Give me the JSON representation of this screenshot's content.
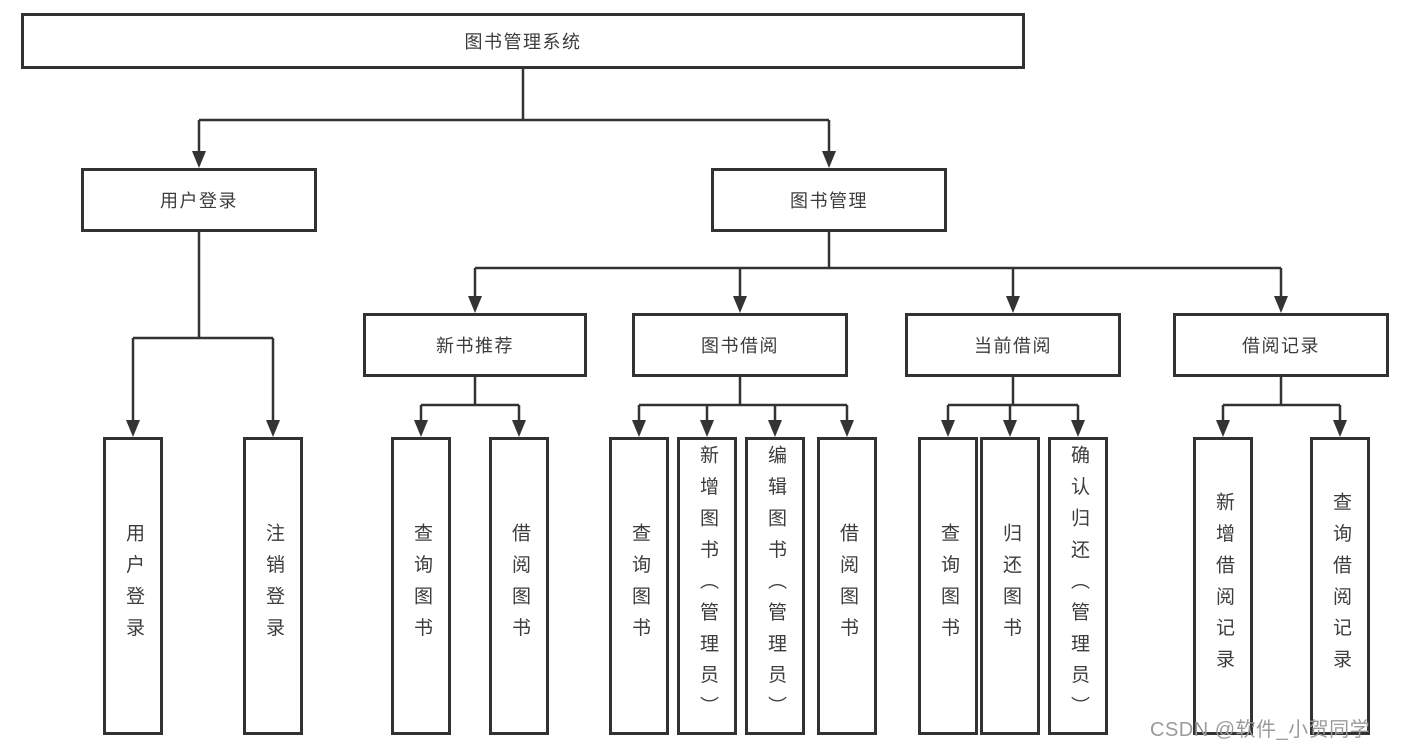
{
  "diagram": {
    "watermark": "CSDN @软件_小贺同学",
    "colors": {
      "line": "#333333",
      "box_border": "#323232",
      "box_fill": "#ffffff",
      "text": "#3c3c3c",
      "watermark": "#9b9b9b",
      "background": "#ffffff"
    },
    "nodes": {
      "root": {
        "label": "图书管理系统"
      },
      "user_login": {
        "label": "用户登录"
      },
      "book_mgmt": {
        "label": "图书管理"
      },
      "new_books": {
        "label": "新书推荐"
      },
      "book_borrow": {
        "label": "图书借阅"
      },
      "current_borrow": {
        "label": "当前借阅"
      },
      "borrow_records": {
        "label": "借阅记录"
      },
      "leaf_user_login": {
        "label": "用户登录"
      },
      "leaf_logout": {
        "label": "注销登录"
      },
      "leaf_nb_query": {
        "label": "查询图书"
      },
      "leaf_nb_borrow": {
        "label": "借阅图书"
      },
      "leaf_bb_query": {
        "label": "查询图书"
      },
      "leaf_bb_add": {
        "label": "新增图书（管理员）"
      },
      "leaf_bb_edit": {
        "label": "编辑图书（管理员）"
      },
      "leaf_bb_borrow": {
        "label": "借阅图书"
      },
      "leaf_cb_query": {
        "label": "查询图书"
      },
      "leaf_cb_return": {
        "label": "归还图书"
      },
      "leaf_cb_confirm": {
        "label": "确认归还（管理员）"
      },
      "leaf_br_add": {
        "label": "新增借阅记录"
      },
      "leaf_br_query": {
        "label": "查询借阅记录"
      }
    },
    "tree": {
      "label": "图书管理系统",
      "children": [
        {
          "label": "用户登录",
          "children": [
            {
              "label": "用户登录"
            },
            {
              "label": "注销登录"
            }
          ]
        },
        {
          "label": "图书管理",
          "children": [
            {
              "label": "新书推荐",
              "children": [
                {
                  "label": "查询图书"
                },
                {
                  "label": "借阅图书"
                }
              ]
            },
            {
              "label": "图书借阅",
              "children": [
                {
                  "label": "查询图书"
                },
                {
                  "label": "新增图书（管理员）"
                },
                {
                  "label": "编辑图书（管理员）"
                },
                {
                  "label": "借阅图书"
                }
              ]
            },
            {
              "label": "当前借阅",
              "children": [
                {
                  "label": "查询图书"
                },
                {
                  "label": "归还图书"
                },
                {
                  "label": "确认归还（管理员）"
                }
              ]
            },
            {
              "label": "借阅记录",
              "children": [
                {
                  "label": "新增借阅记录"
                },
                {
                  "label": "查询借阅记录"
                }
              ]
            }
          ]
        }
      ]
    }
  }
}
